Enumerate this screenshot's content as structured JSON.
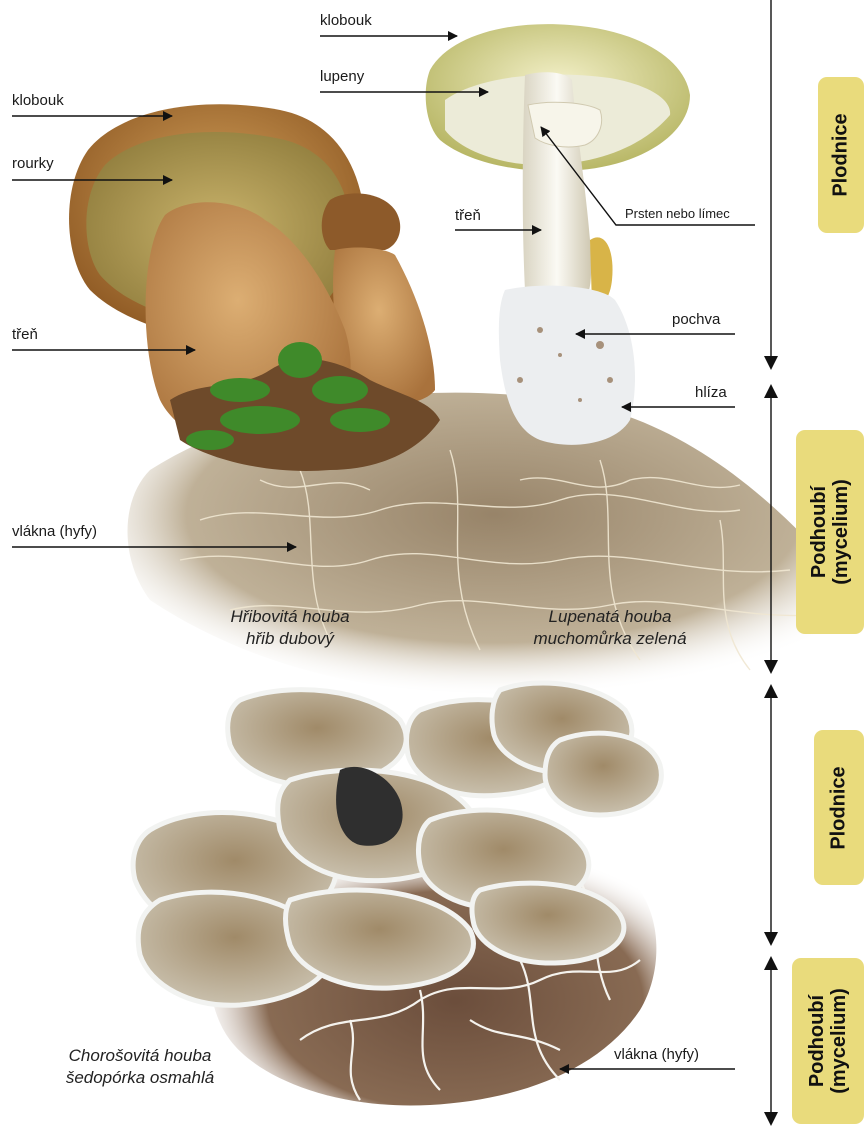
{
  "colors": {
    "badge": "#e9db7c",
    "line": "#111111",
    "hyphae": "#efe6d4",
    "boletus_cap": "#b97836",
    "boletus_stem": "#c8955a",
    "amanita_cap": "#dfe0a0",
    "amanita_stem": "#ece9de",
    "polypore": "#a89a83",
    "polypore_edge": "#eef0ee",
    "moss": "#3f8a2a"
  },
  "labels": {
    "boletus": {
      "cap": "klobouk",
      "tubes": "rourky",
      "stem": "třeň"
    },
    "amanita": {
      "cap": "klobouk",
      "gills": "lupeny",
      "stem": "třeň",
      "ring": "Prsten nebo límec",
      "volva": "pochva",
      "bulb": "hlíza"
    },
    "hyphae_top": "vlákna (hyfy)",
    "hyphae_bottom": "vlákna (hyfy)"
  },
  "captions": {
    "boletus": {
      "line1": "Hřibovitá houba",
      "line2": "hřib dubový"
    },
    "amanita": {
      "line1": "Lupenatá houba",
      "line2": "muchomůrka zelená"
    },
    "polypore": {
      "line1": "Chorošovitá houba",
      "line2": "šedopórka osmahlá"
    }
  },
  "sections": {
    "top_fruitbody": "Plodnice",
    "top_mycelium": {
      "line1": "Podhoubí",
      "line2": "(mycelium)"
    },
    "bottom_fruitbody": "Plodnice",
    "bottom_mycelium": {
      "line1": "Podhoubí",
      "line2": "(mycelium)"
    }
  },
  "icons": [
    "arrow-icon",
    "double-arrow-icon"
  ]
}
